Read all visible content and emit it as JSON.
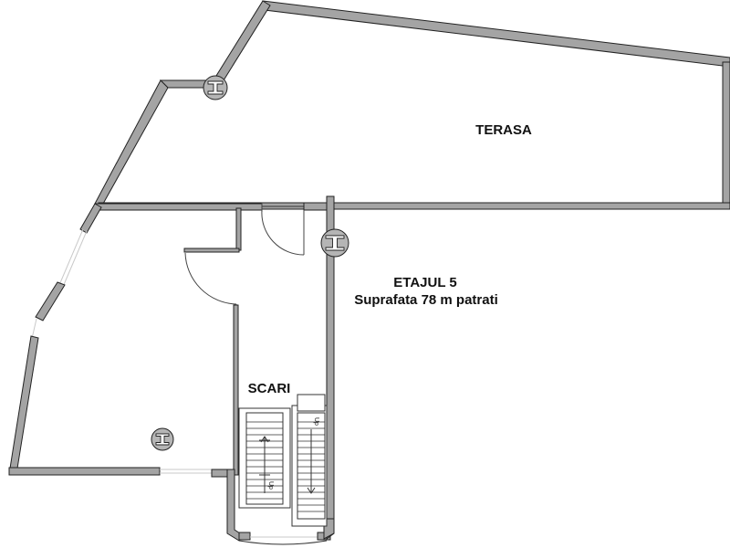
{
  "labels": {
    "terrace": "TERASA",
    "floor": "ETAJUL 5",
    "area": "Suprafata 78 m patrati",
    "stairs": "SCARI",
    "up_marker": "Up"
  }
}
